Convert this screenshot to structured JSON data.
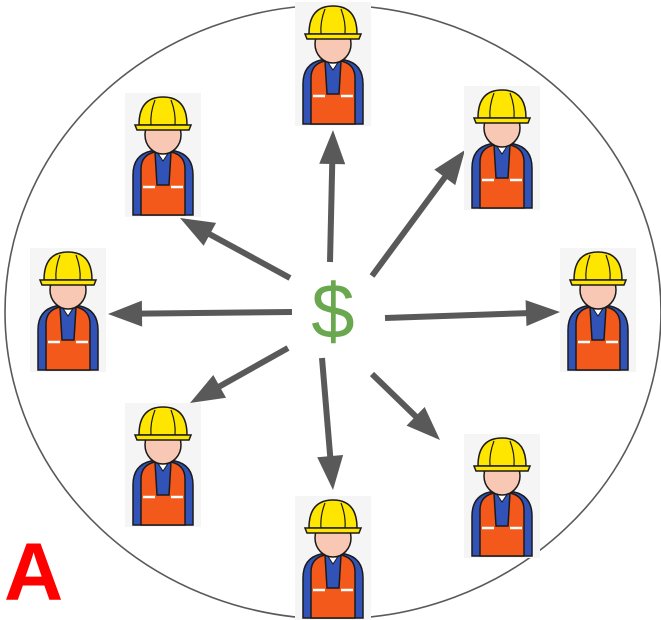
{
  "center": {
    "symbol": "$",
    "color": "#6aa84f"
  },
  "panel_label": {
    "text": "A",
    "color": "#ff0000"
  },
  "workers": [
    {
      "name": "worker-top",
      "icon": "construction-worker-icon"
    },
    {
      "name": "worker-top-right",
      "icon": "construction-worker-icon"
    },
    {
      "name": "worker-right",
      "icon": "construction-worker-icon"
    },
    {
      "name": "worker-bottom-right",
      "icon": "construction-worker-icon"
    },
    {
      "name": "worker-bottom",
      "icon": "construction-worker-icon"
    },
    {
      "name": "worker-bottom-left",
      "icon": "construction-worker-icon"
    },
    {
      "name": "worker-left",
      "icon": "construction-worker-icon"
    },
    {
      "name": "worker-top-left",
      "icon": "construction-worker-icon"
    }
  ],
  "colors": {
    "arrow": "#595959",
    "boundary": "#595959",
    "helmet": "#ffe600",
    "vest": "#f2591a",
    "shirt": "#3153b8",
    "skin": "#f9c8b4"
  }
}
